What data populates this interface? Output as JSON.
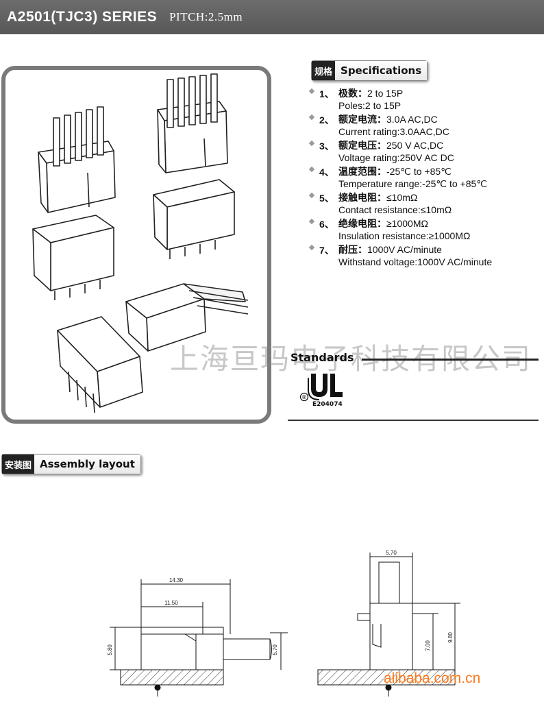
{
  "header": {
    "series": "A2501(TJC3)  SERIES",
    "pitch": "PITCH:2.5mm"
  },
  "watermark": "上海亘玛电子科技有限公司",
  "specs": {
    "tag_cn": "规格",
    "tag_en": "Specifications",
    "items": [
      {
        "num": "1、",
        "cn_label": "极数：",
        "cn_value": "2 to 15P",
        "en": "Poles:2 to 15P"
      },
      {
        "num": "2、",
        "cn_label": "额定电流：",
        "cn_value": "3.0A  AC,DC",
        "en": "Current rating:3.0AAC,DC"
      },
      {
        "num": "3、",
        "cn_label": "额定电压：",
        "cn_value": "250 V  AC,DC",
        "en": "Voltage rating:250V AC DC"
      },
      {
        "num": "4、",
        "cn_label": "温度范围：",
        "cn_value": "-25℃  to +85℃",
        "en": "Temperature range:-25℃ to +85℃"
      },
      {
        "num": "5、",
        "cn_label": "接触电阻：",
        "cn_value": "≤10mΩ",
        "en": "Contact resistance:≤10mΩ"
      },
      {
        "num": "6、",
        "cn_label": "绝缘电阻：",
        "cn_value": "≥1000MΩ",
        "en": "Insulation resistance:≥1000MΩ"
      },
      {
        "num": "7、",
        "cn_label": "耐压：",
        "cn_value": "1000V  AC/minute",
        "en": "Withstand voltage:1000V AC/minute"
      }
    ]
  },
  "standards": {
    "title": "Standards",
    "mark_registered": "®",
    "certificate": "E204074"
  },
  "assembly": {
    "tag_cn": "安装图",
    "tag_en": "Assembly layout",
    "dims_left": {
      "overall": "14.30",
      "inner": "11.50",
      "height_left": "5.80",
      "height_right": "5.70"
    },
    "dims_right": {
      "width": "5.70",
      "height_inner": "7.00",
      "height_total": "9.80"
    }
  },
  "footer": {
    "site": "alibaba.com.cn"
  }
}
